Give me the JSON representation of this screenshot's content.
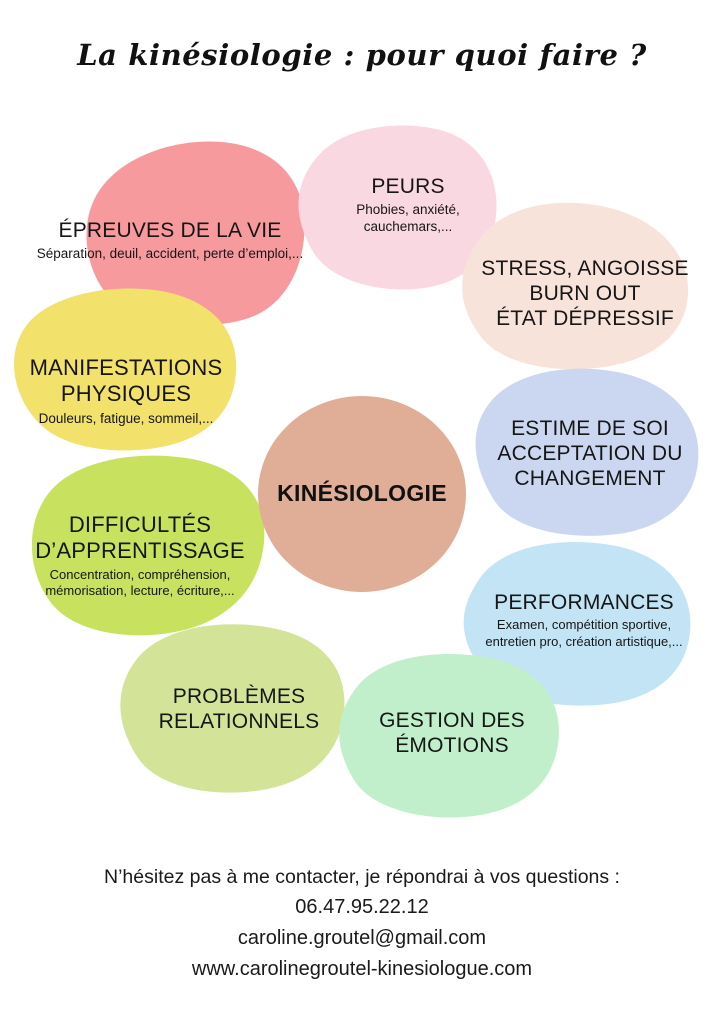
{
  "poster": {
    "title": "La kinésiologie : pour quoi faire ?",
    "background_color": "#ffffff",
    "center": {
      "label": "KINÉSIOLOGIE",
      "color": "#E0AE96"
    },
    "bubbles": [
      {
        "id": "epreuves",
        "title": "ÉPREUVES DE LA VIE",
        "subtitle": "Séparation, deuil, accident, perte d’emploi,...",
        "color": "#F79A9E"
      },
      {
        "id": "peurs",
        "title": "PEURS",
        "subtitle": "Phobies, anxiété, cauchemars,...",
        "color": "#F9D8E2"
      },
      {
        "id": "stress",
        "title": "STRESS, ANGOISSE BURN OUT ÉTAT DÉPRESSIF",
        "title_line1": "STRESS, ANGOISSE",
        "title_line2": "BURN OUT",
        "title_line3": "ÉTAT DÉPRESSIF",
        "subtitle": "",
        "color": "#F8E3DA"
      },
      {
        "id": "manifestations",
        "title": "MANIFESTATIONS PHYSIQUES",
        "title_line1": "MANIFESTATIONS",
        "title_line2": "PHYSIQUES",
        "subtitle": "Douleurs, fatigue, sommeil,...",
        "color": "#F2E16B"
      },
      {
        "id": "estime",
        "title": "ESTIME DE SOI ACCEPTATION DU CHANGEMENT",
        "title_line1": "ESTIME DE SOI",
        "title_line2": "ACCEPTATION DU",
        "title_line3": "CHANGEMENT",
        "subtitle": "",
        "color": "#CBD7F1"
      },
      {
        "id": "difficultes",
        "title": "DIFFICULTÉS D’APPRENTISSAGE",
        "title_line1": "DIFFICULTÉS",
        "title_line2": "D’APPRENTISSAGE",
        "subtitle": "Concentration, compréhension, mémorisation, lecture, écriture,...",
        "color": "#C8E260"
      },
      {
        "id": "performances",
        "title": "PERFORMANCES",
        "subtitle": "Examen, compétition sportive, entretien pro, création artistique,...",
        "color": "#C3E4F4"
      },
      {
        "id": "problemes",
        "title": "PROBLÈMES RELATIONNELS",
        "title_line1": "PROBLÈMES",
        "title_line2": "RELATIONNELS",
        "subtitle": "",
        "color": "#D3E498"
      },
      {
        "id": "gestion",
        "title": "GESTION DES ÉMOTIONS",
        "title_line1": "GESTION DES",
        "title_line2": "ÉMOTIONS",
        "subtitle": "",
        "color": "#C2EFCB"
      }
    ]
  },
  "footer": {
    "line1": "N’hésitez pas à me contacter, je répondrai à vos questions :",
    "phone": "06.47.95.22.12",
    "email": "caroline.groutel@gmail.com",
    "website": "www.carolinegroutel-kinesiologue.com"
  }
}
